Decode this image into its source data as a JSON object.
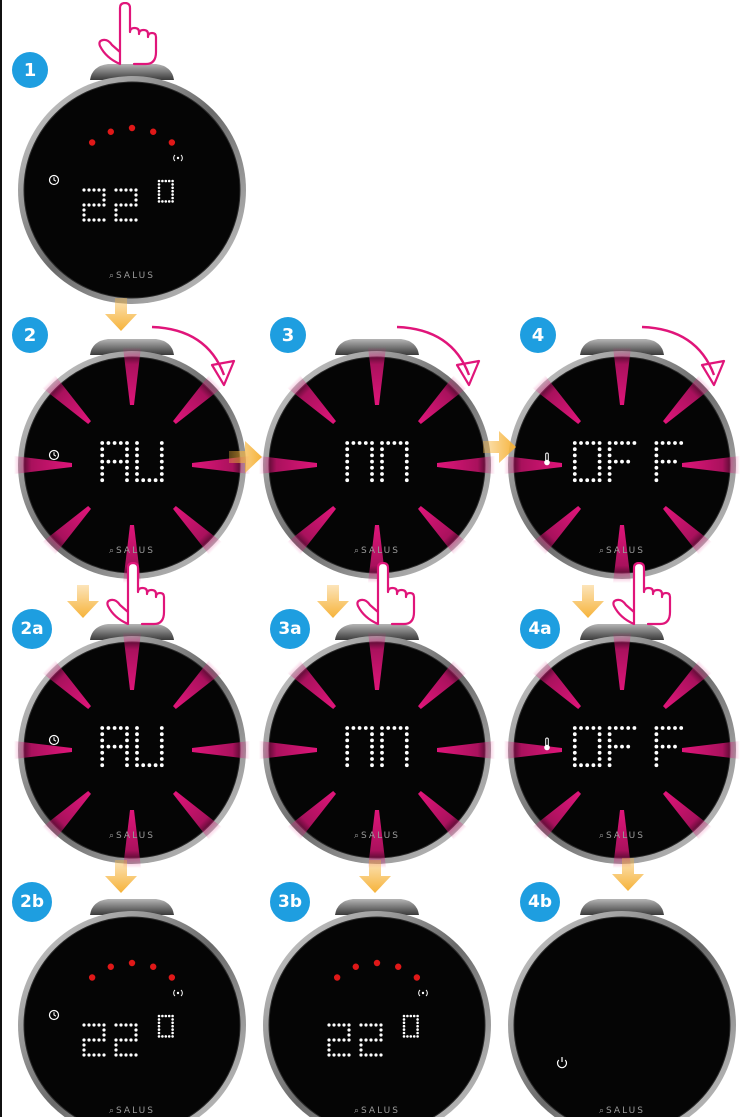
{
  "brand": "SALUS",
  "colors": {
    "badge": "#1e9ee0",
    "ray": "#e0157a",
    "led": "#e01818",
    "arrow": "#f6b33a",
    "display_dots": "#ffffff"
  },
  "steps": [
    {
      "label": "1",
      "display": "22.0",
      "leds": true,
      "icon": "clock-icon",
      "signal": true,
      "rays": false
    },
    {
      "label": "2",
      "display": "AU",
      "leds": false,
      "icon": "clock-icon",
      "signal": false,
      "rays": true,
      "rotation": "clockwise"
    },
    {
      "label": "3",
      "display": "nn",
      "leds": false,
      "icon": "",
      "signal": false,
      "rays": true,
      "rotation": "clockwise"
    },
    {
      "label": "4",
      "display": "OFF",
      "leds": false,
      "icon": "thermometer-icon",
      "signal": false,
      "rays": true,
      "rotation": "clockwise"
    },
    {
      "label": "2a",
      "display": "AU",
      "leds": false,
      "icon": "clock-icon",
      "signal": false,
      "rays": true,
      "press": true
    },
    {
      "label": "3a",
      "display": "nn",
      "leds": false,
      "icon": "",
      "signal": false,
      "rays": true,
      "press": true
    },
    {
      "label": "4a",
      "display": "OFF",
      "leds": false,
      "icon": "thermometer-icon",
      "signal": false,
      "rays": true,
      "press": true
    },
    {
      "label": "2b",
      "display": "22.0",
      "leds": true,
      "icon": "clock-icon",
      "signal": true,
      "rays": false
    },
    {
      "label": "3b",
      "display": "22.0",
      "leds": true,
      "icon": "",
      "signal": true,
      "rays": false
    },
    {
      "label": "4b",
      "display": "",
      "leds": false,
      "icon": "power-icon",
      "signal": false,
      "rays": false
    }
  ]
}
